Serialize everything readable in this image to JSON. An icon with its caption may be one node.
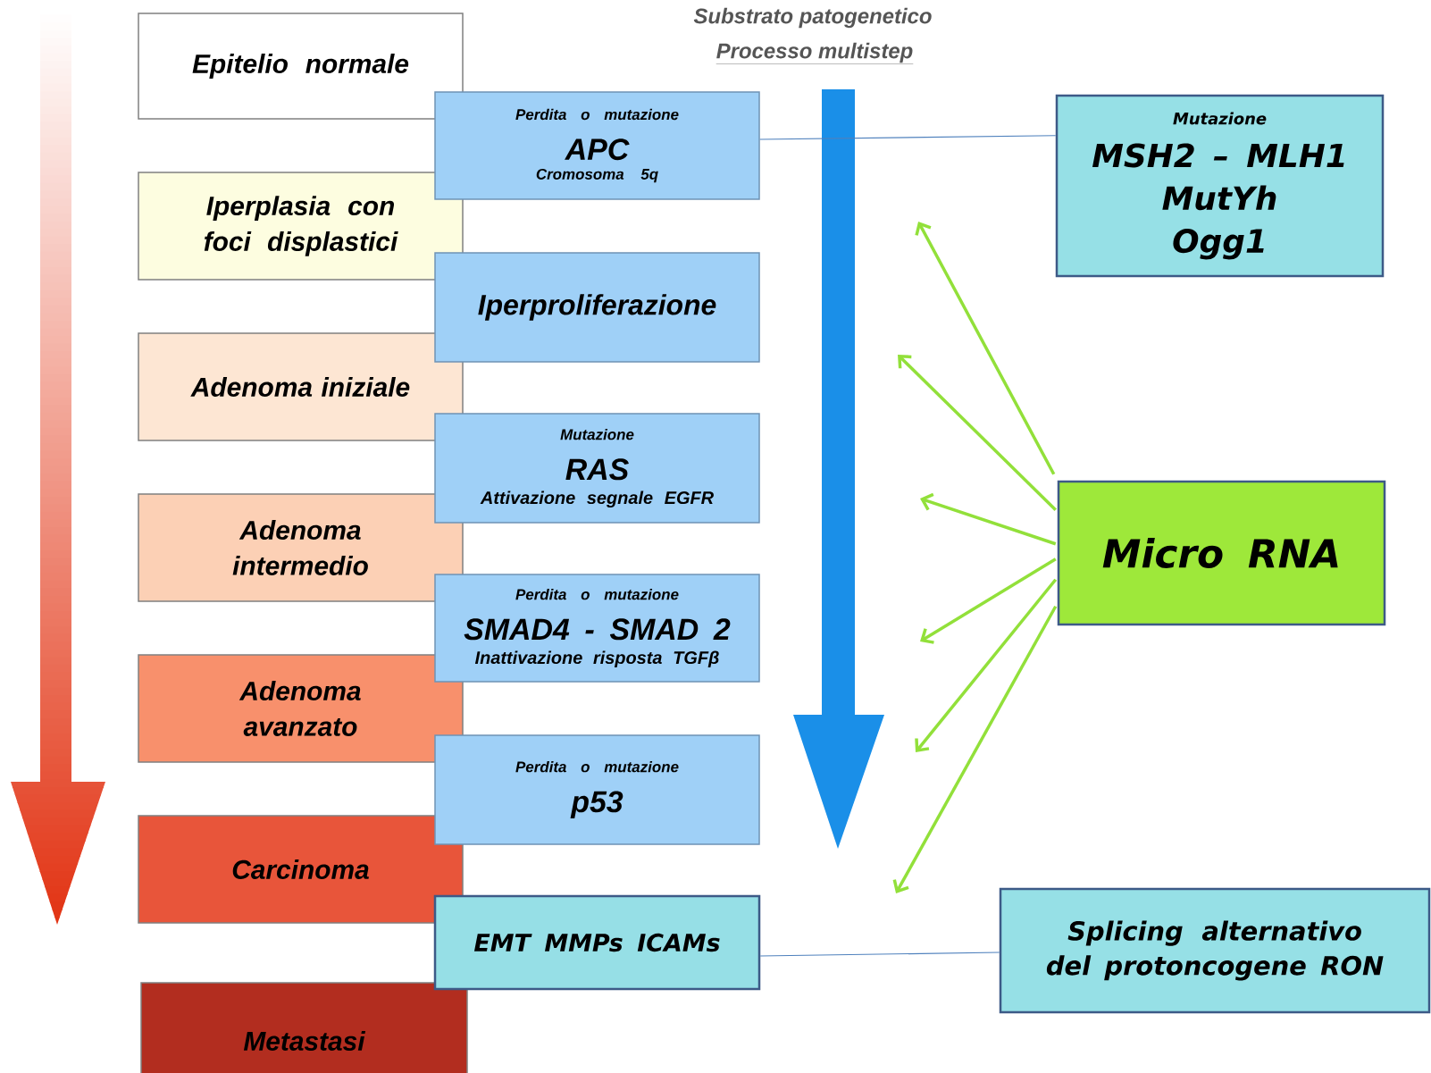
{
  "diagram": {
    "nodes": [
      {
        "text": [
          "Epitelio normale"
        ]
      },
      {
        "text": [
          "Iperplasia con foci displastici"
        ]
      },
      {
        "text": [
          "Adenoma iniziale"
        ]
      },
      {
        "text": [
          "Adenoma intermedio"
        ]
      },
      {
        "text": [
          "Adenoma avanzato"
        ]
      },
      {
        "text": [
          "Carcinoma"
        ]
      },
      {
        "text": [
          "Metastasi"
        ]
      },
      {
        "text": [
          "Perdita o mutazione",
          "APC",
          "Cromosoma 5q"
        ]
      },
      {
        "text": [
          "Iperproliferazione"
        ]
      },
      {
        "text": [
          "Mutazione",
          "RAS",
          "Attivazione segnale EGFR"
        ]
      },
      {
        "text": [
          "Perdita o mutazione",
          "SMAD4 - SMAD 2",
          "Inattivazione risposta TGFβ"
        ]
      },
      {
        "text": [
          "Perdita o mutazione",
          "p53"
        ]
      },
      {
        "text": [
          "EMT MMPs ICAMs"
        ]
      },
      {
        "text": [
          "Mutazione",
          "MSH2 – MLH1",
          "MutYh",
          "Ogg1"
        ]
      },
      {
        "text": [
          "Micro RNA"
        ]
      },
      {
        "text": [
          "Splicing alternativo del protoncogene RON"
        ]
      }
    ],
    "edges": [
      {
        "from": 7,
        "to": 13,
        "arrow": "none",
        "color": "#4f81bd"
      },
      {
        "from": 12,
        "to": 15,
        "arrow": "none",
        "color": "#4f81bd"
      },
      {
        "from": 14,
        "to": null,
        "arrow": "to"
      },
      {
        "from": 14,
        "to": null,
        "arrow": "to"
      },
      {
        "from": 14,
        "to": null,
        "arrow": "to"
      },
      {
        "from": 14,
        "to": null,
        "arrow": "to"
      },
      {
        "from": 14,
        "to": null,
        "arrow": "to"
      },
      {
        "from": 14,
        "to": null,
        "arrow": "to"
      }
    ],
    "labels": [
      "Substrato patogenetico",
      "Processo multistep"
    ]
  }
}
